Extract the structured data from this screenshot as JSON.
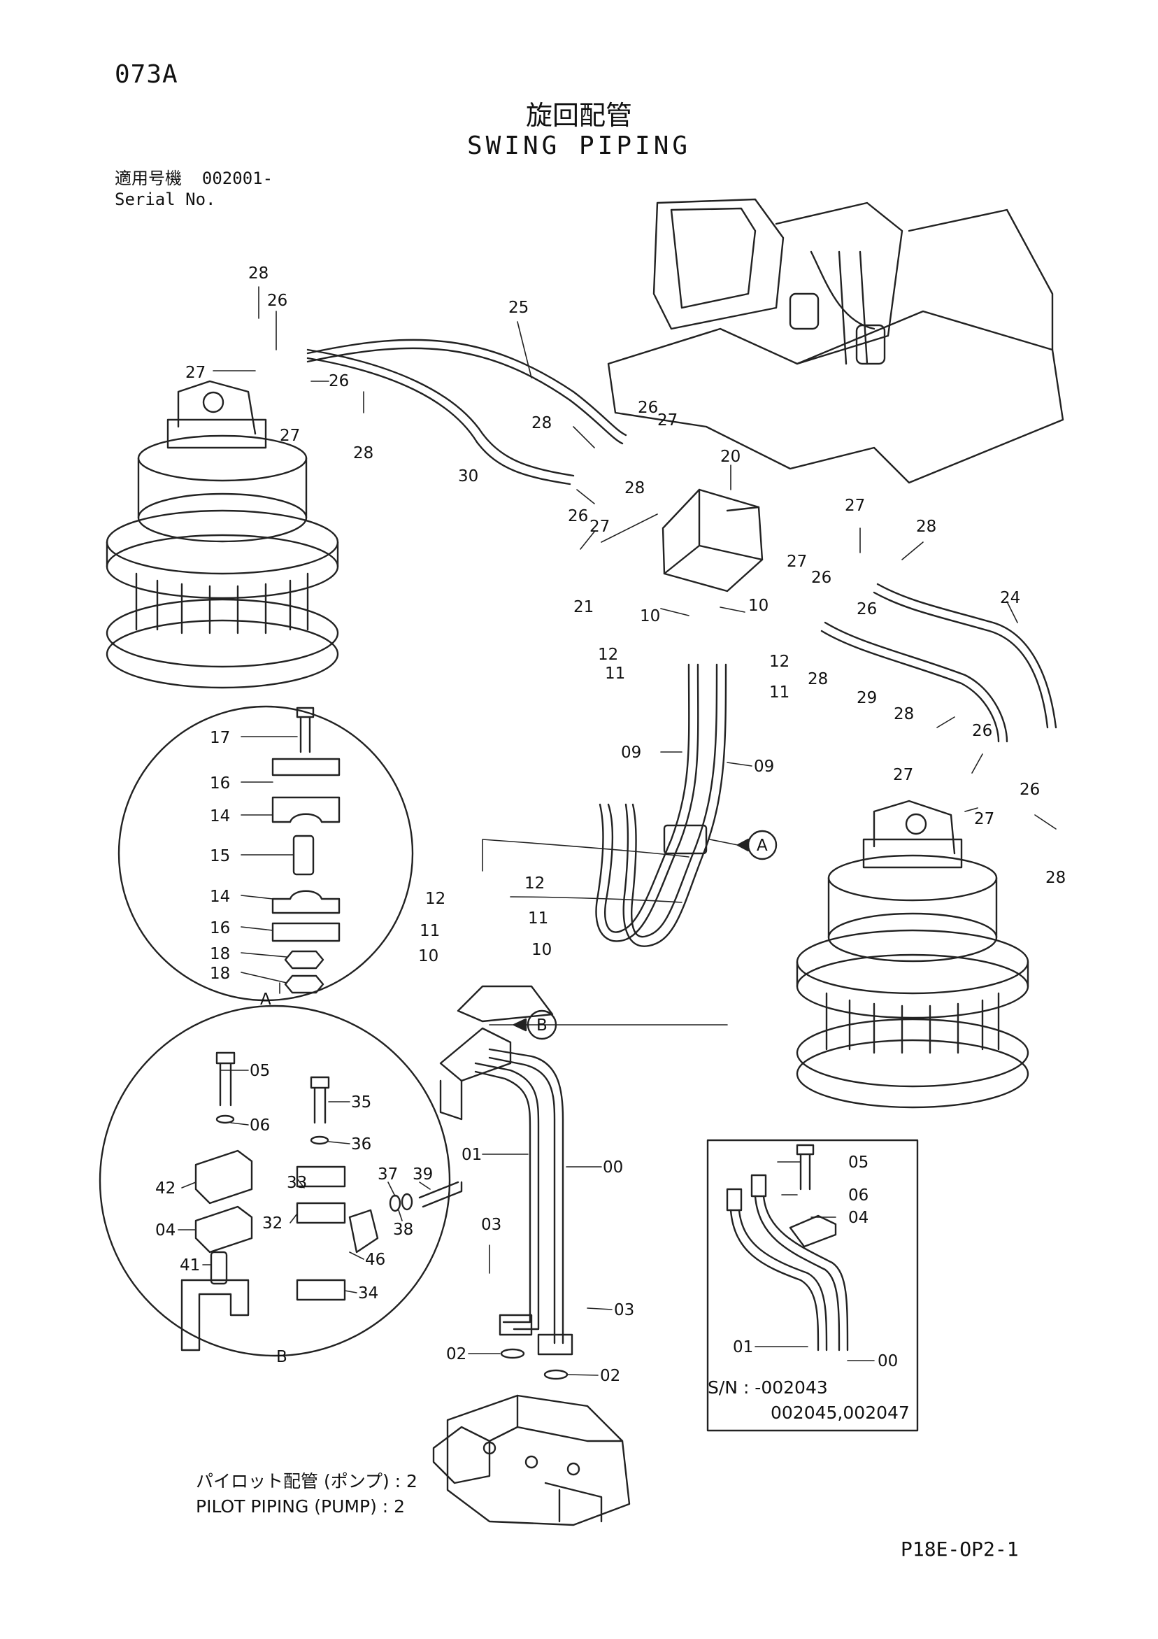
{
  "header": {
    "page_id": "073A",
    "title_jp": "旋回配管",
    "title_en": "SWING PIPING",
    "serial_label_jp": "適用号機",
    "serial_value": "002001-",
    "serial_label_en": "Serial No."
  },
  "footer": {
    "doc_code": "P18E-OP2-1"
  },
  "pilot_note": {
    "line1": "パイロット配管 (ポンプ) : 2",
    "line2": "PILOT PIPING (PUMP) : 2"
  },
  "sn_note": {
    "line1": "S/N : -002043",
    "line2": "002045,002047"
  },
  "detail_labels": {
    "a": "A",
    "b": "B"
  },
  "callouts": {
    "top": [
      "28",
      "26",
      "25",
      "27",
      "26",
      "27",
      "28",
      "30",
      "28",
      "26",
      "27",
      "28",
      "26",
      "27",
      "20",
      "21",
      "10",
      "10",
      "12",
      "11",
      "12",
      "11"
    ],
    "right": [
      "27",
      "28",
      "27",
      "26",
      "26",
      "24",
      "28",
      "29",
      "28",
      "26",
      "27",
      "26",
      "27",
      "28"
    ],
    "middle": [
      "09",
      "09",
      "12",
      "12",
      "11",
      "11",
      "10",
      "10"
    ],
    "detail_a": [
      "17",
      "16",
      "14",
      "15",
      "14",
      "16",
      "18",
      "18"
    ],
    "detail_b": [
      "05",
      "06",
      "35",
      "36",
      "42",
      "33",
      "37",
      "39",
      "04",
      "32",
      "38",
      "46",
      "41",
      "34"
    ],
    "lower": [
      "01",
      "00",
      "03",
      "03",
      "02",
      "02"
    ],
    "inset": [
      "05",
      "06",
      "04",
      "01",
      "00"
    ]
  }
}
